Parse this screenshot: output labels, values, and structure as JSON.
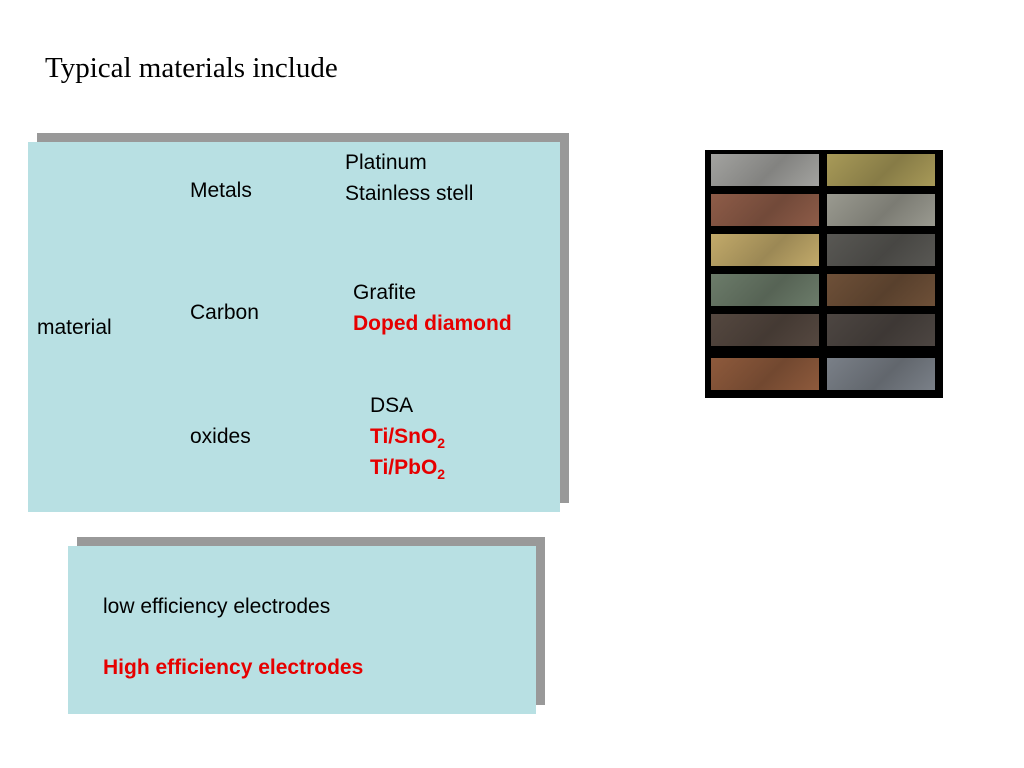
{
  "title": "Typical materials include",
  "table": {
    "category": "material",
    "rows": [
      {
        "name": "Metals",
        "items": [
          "Platinum",
          "Stainless stell"
        ]
      },
      {
        "name": "Carbon",
        "items": [
          "Grafite",
          "Doped diamond"
        ]
      },
      {
        "name": "oxides",
        "items": [
          "DSA",
          "Ti/SnO",
          "Ti/PbO"
        ],
        "subscripts": [
          "",
          "2",
          "2"
        ]
      }
    ]
  },
  "legend": {
    "low": "low efficiency electrodes",
    "high": "High efficiency electrodes"
  },
  "colors": {
    "box": "#b8e0e3",
    "shadow": "#999999",
    "highlight": "#e60000"
  },
  "image": {
    "icon": "electrode-samples-image",
    "tiles": [
      "#a3a3a0",
      "#a89a58",
      "#8e5c48",
      "#9a9a90",
      "#c2aa6a",
      "#595854",
      "#6c7c6a",
      "#6e5038",
      "#554840",
      "#4d4642",
      "#8e5a3c",
      "#7a8088"
    ]
  }
}
